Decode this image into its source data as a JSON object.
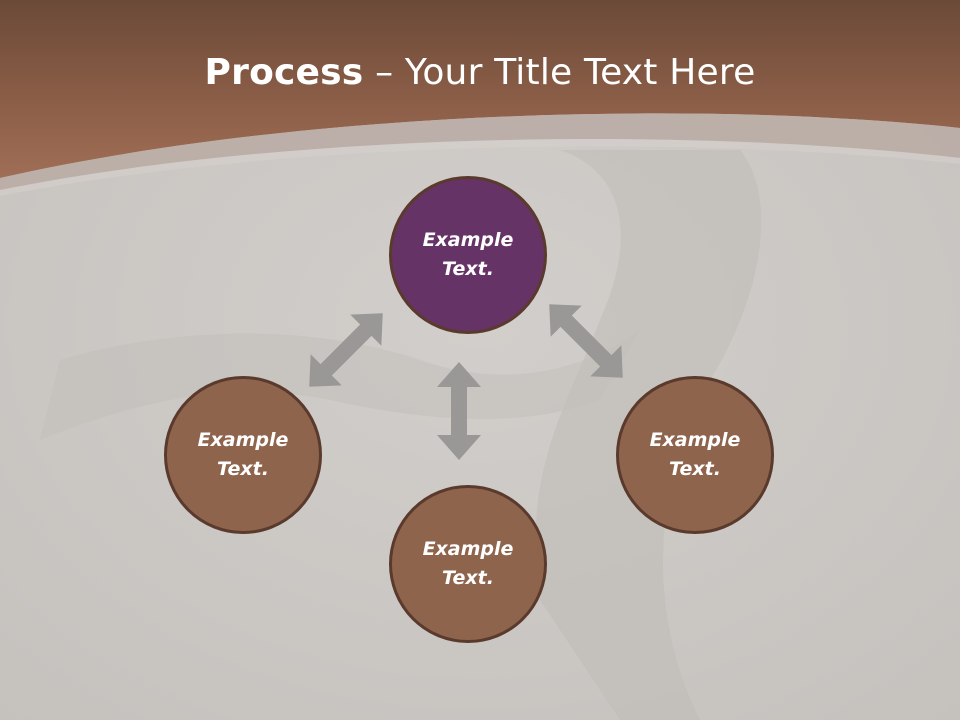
{
  "title": {
    "bold": "Process",
    "separator": " – ",
    "rest": "Your Title Text Here"
  },
  "colors": {
    "header": "#8c5e49",
    "background": "#cbc7c3",
    "node_top": "#663366",
    "node_other": "#8f644d",
    "node_border": "#5a3a2c",
    "arrow": "#9a9896"
  },
  "nodes": [
    {
      "id": "top",
      "label": "Example\nText."
    },
    {
      "id": "left",
      "label": "Example\nText."
    },
    {
      "id": "bottom",
      "label": "Example\nText."
    },
    {
      "id": "right",
      "label": "Example\nText."
    }
  ]
}
